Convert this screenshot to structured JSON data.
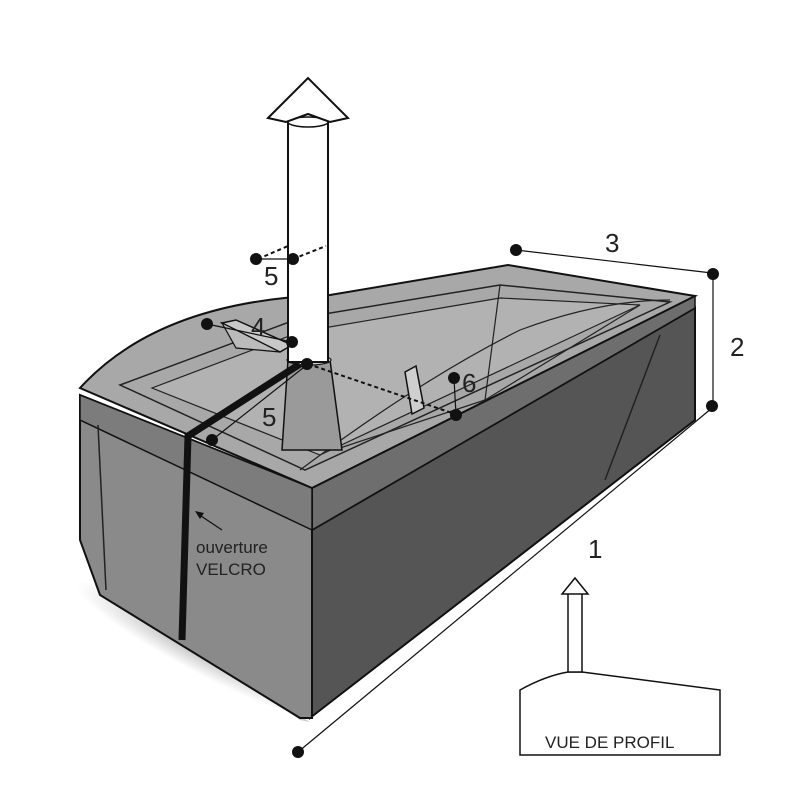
{
  "labels": {
    "length": "1",
    "height": "2",
    "width": "3",
    "chimney_offset": "4",
    "chimney_height": "5",
    "chimney_distance": "5",
    "opening_edge": "6"
  },
  "velcro": {
    "line1": "ouverture",
    "line2": "VELCRO"
  },
  "profile_view": "VUE DE PROFIL",
  "colors": {
    "cover_dark": "#555555",
    "cover_mid": "#6e6e6e",
    "cover_light": "#8a8a8a",
    "top_surface": "#a8a8a8",
    "outline": "#111111"
  },
  "icons": [
    "up-arrow-icon",
    "dimension-dot-icon"
  ]
}
